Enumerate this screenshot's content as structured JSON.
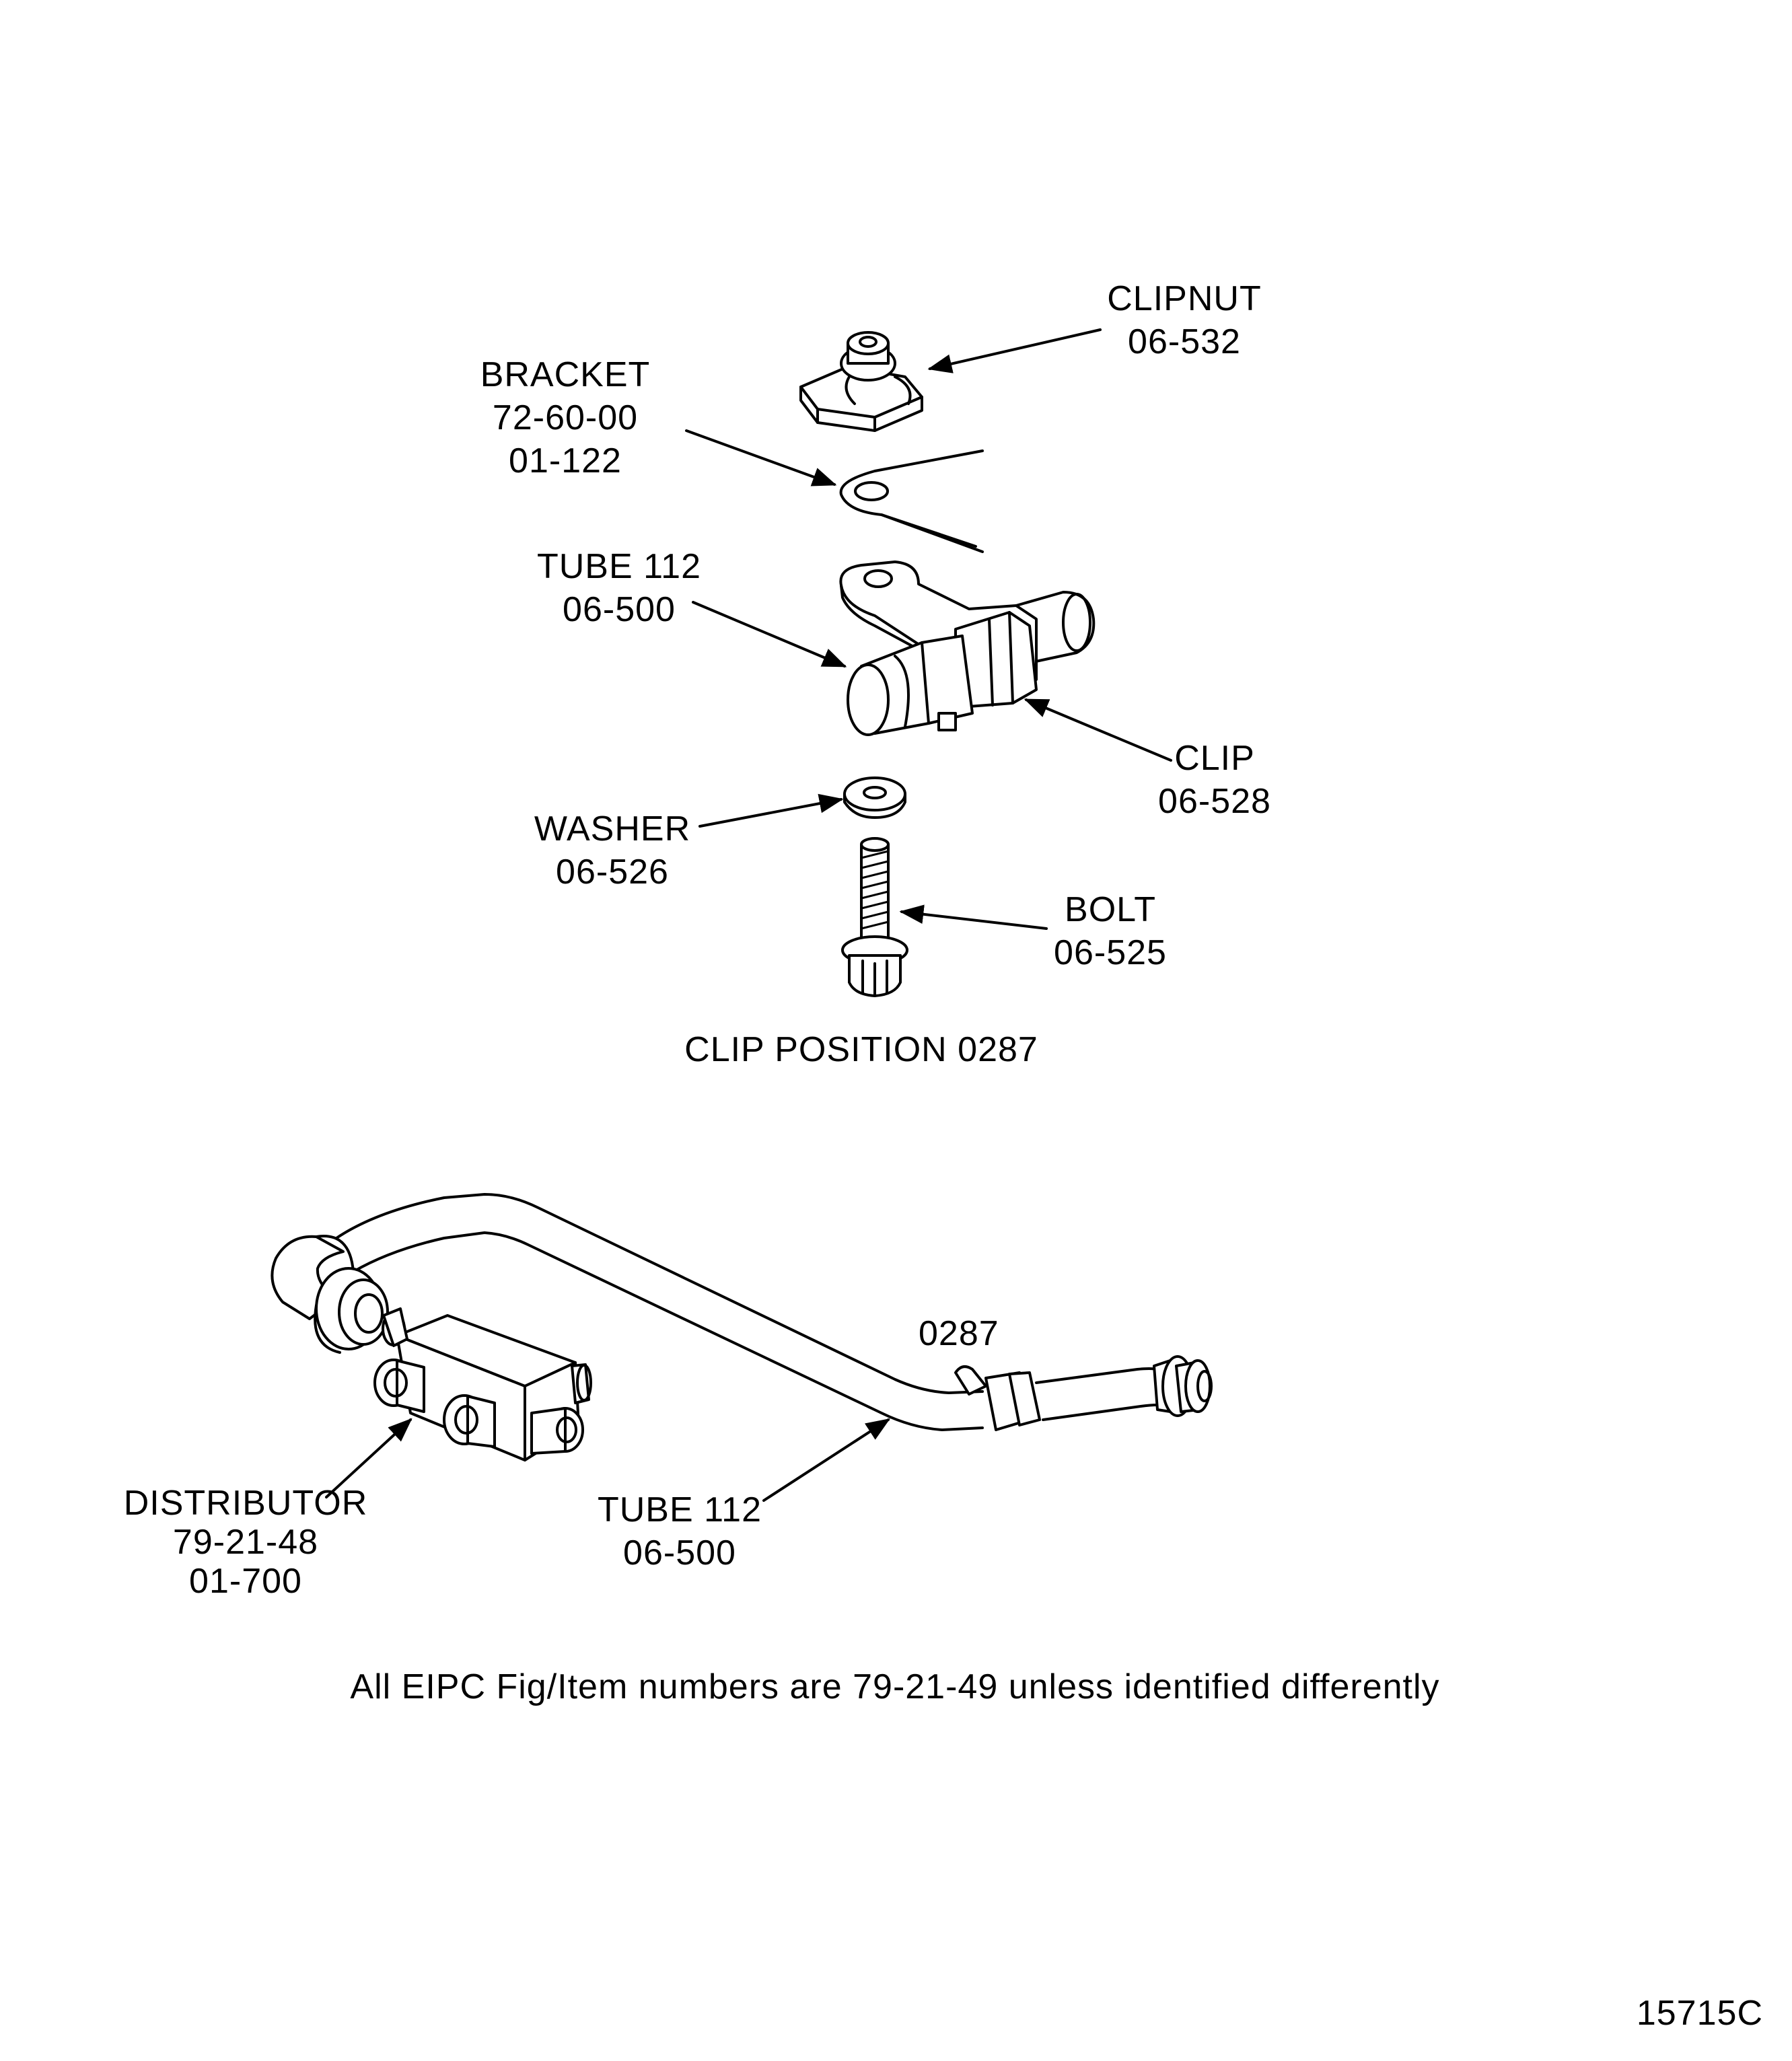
{
  "labels": {
    "clipnut": {
      "name": "CLIPNUT",
      "item": "06-532"
    },
    "bracket": {
      "name": "BRACKET",
      "ref": "72-60-00",
      "item": "01-122"
    },
    "tube_top": {
      "name": "TUBE 112",
      "item": "06-500"
    },
    "clip": {
      "name": "CLIP",
      "item": "06-528"
    },
    "washer": {
      "name": "WASHER",
      "item": "06-526"
    },
    "bolt": {
      "name": "BOLT",
      "item": "06-525"
    },
    "clip_position": "CLIP POSITION 0287",
    "position_marker": "0287",
    "distributor": {
      "name": "DISTRIBUTOR",
      "ref": "79-21-48",
      "item": "01-700"
    },
    "tube_bottom": {
      "name": "TUBE 112",
      "item": "06-500"
    }
  },
  "footnote": "All EIPC Fig/Item numbers are 79-21-49 unless identified differently",
  "figure_id": "15715C"
}
